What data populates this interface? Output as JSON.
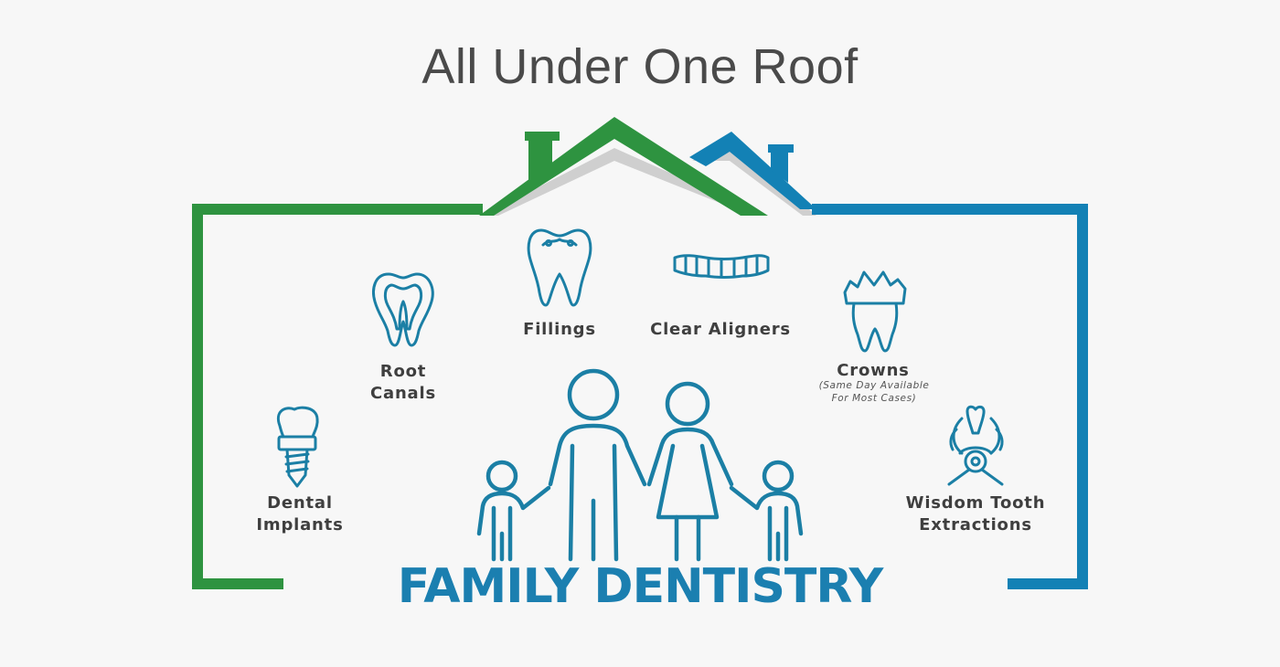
{
  "title": "All Under One Roof",
  "colors": {
    "green": "#2e9340",
    "blue": "#1381b5",
    "icon": "#1b7fa5",
    "shadow": "#cccccc"
  },
  "services": [
    {
      "id": "dental-implants",
      "icon": "implant-icon",
      "lines": [
        "Dental",
        "Implants"
      ]
    },
    {
      "id": "root-canals",
      "icon": "root-canal-tooth-icon",
      "lines": [
        "Root",
        "Canals"
      ]
    },
    {
      "id": "fillings",
      "icon": "filling-tooth-icon",
      "lines": [
        "Fillings"
      ]
    },
    {
      "id": "clear-aligners",
      "icon": "aligner-icon",
      "lines": [
        "Clear Aligners"
      ]
    },
    {
      "id": "crowns",
      "icon": "crown-tooth-icon",
      "lines": [
        "Crowns"
      ],
      "note": [
        "(Same Day Available",
        "For Most Cases)"
      ]
    },
    {
      "id": "wisdom-tooth-extractions",
      "icon": "extraction-forceps-icon",
      "lines": [
        "Wisdom Tooth",
        "Extractions"
      ]
    }
  ],
  "family_icon": "family-icon",
  "brand": "FAMILY DENTISTRY"
}
